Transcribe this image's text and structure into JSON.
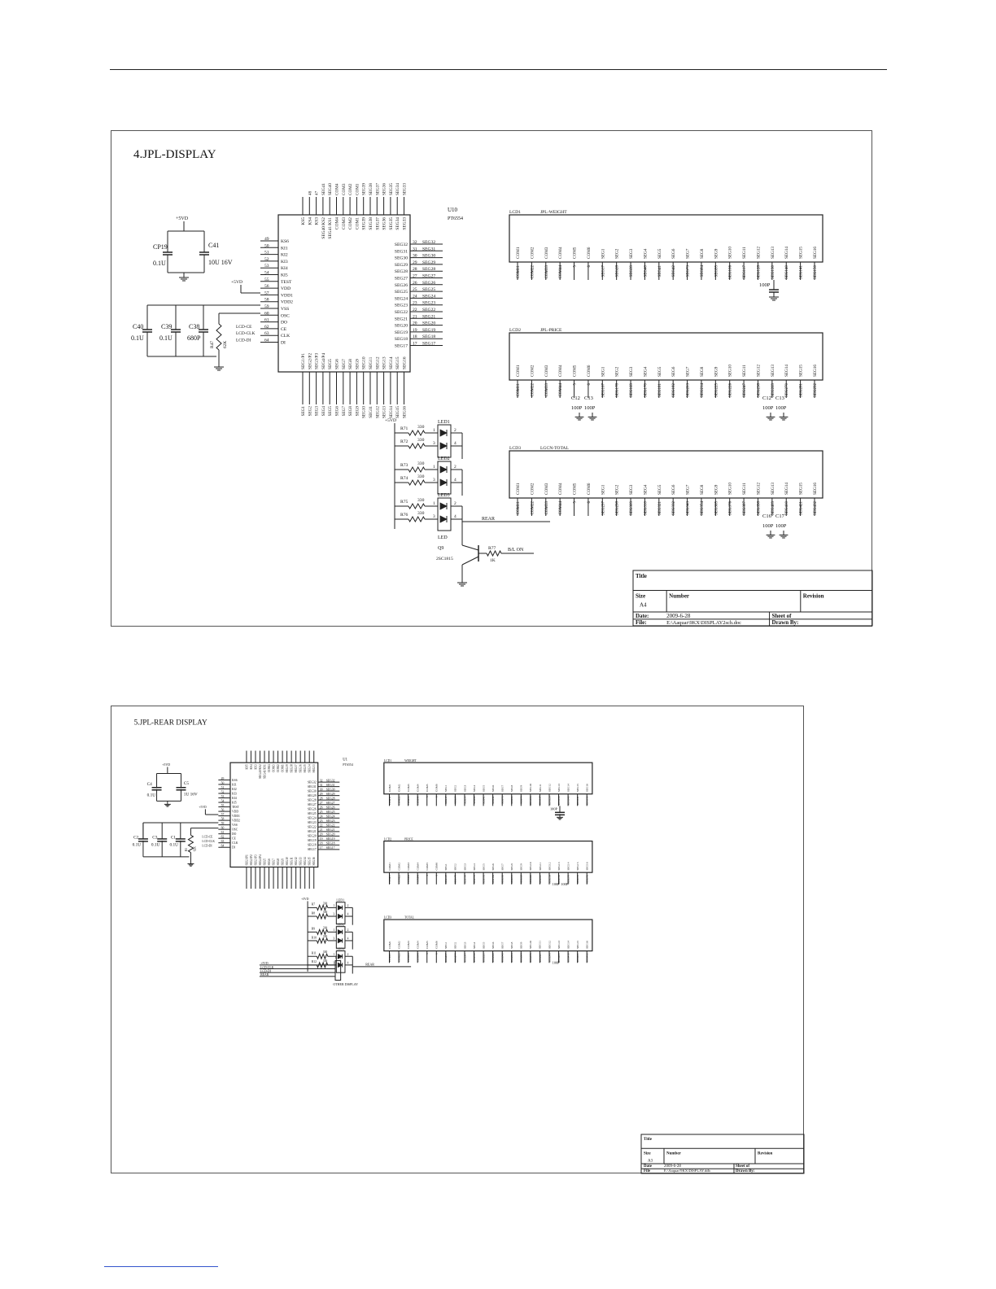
{
  "schematic1": {
    "title": "4.JPL-DISPLAY",
    "ic": {
      "ref": "U10",
      "part": "PT6554",
      "left_pins": [
        {
          "num": "49",
          "name": "KS6"
        },
        {
          "num": "50",
          "name": "KI1"
        },
        {
          "num": "51",
          "name": "KI2"
        },
        {
          "num": "52",
          "name": "KI3"
        },
        {
          "num": "53",
          "name": "KI4"
        },
        {
          "num": "54",
          "name": "KI5"
        },
        {
          "num": "55",
          "name": "TEST"
        },
        {
          "num": "56",
          "name": "VDD"
        },
        {
          "num": "57",
          "name": "VDD1"
        },
        {
          "num": "58",
          "name": "VDD2"
        },
        {
          "num": "59",
          "name": "VSS"
        },
        {
          "num": "60",
          "name": "OSC"
        },
        {
          "num": "61",
          "name": "DO"
        },
        {
          "num": "62",
          "name": "CE"
        },
        {
          "num": "63",
          "name": "CLK"
        },
        {
          "num": "64",
          "name": "DI"
        }
      ],
      "right_pins": [
        {
          "num": "32",
          "name": "SEG32",
          "net": "SEG32"
        },
        {
          "num": "31",
          "name": "SEG31",
          "net": "SEG31"
        },
        {
          "num": "30",
          "name": "SEG30",
          "net": "SEG30"
        },
        {
          "num": "29",
          "name": "SEG29",
          "net": "SEG29"
        },
        {
          "num": "28",
          "name": "SEG28",
          "net": "SEG28"
        },
        {
          "num": "27",
          "name": "SEG27",
          "net": "SEG27"
        },
        {
          "num": "26",
          "name": "SEG26",
          "net": "SEG26"
        },
        {
          "num": "25",
          "name": "SEG25",
          "net": "SEG25"
        },
        {
          "num": "24",
          "name": "SEG24",
          "net": "SEG24"
        },
        {
          "num": "23",
          "name": "SEG23",
          "net": "SEG23"
        },
        {
          "num": "22",
          "name": "SEG22",
          "net": "SEG22"
        },
        {
          "num": "21",
          "name": "SEG21",
          "net": "SEG21"
        },
        {
          "num": "20",
          "name": "SEG20",
          "net": "SEG20"
        },
        {
          "num": "19",
          "name": "SEG19",
          "net": "SEG19"
        },
        {
          "num": "18",
          "name": "SEG18",
          "net": "SEG18"
        },
        {
          "num": "17",
          "name": "SEG17",
          "net": "SEG17"
        }
      ],
      "top_pins": [
        "KS5",
        "KS4",
        "KS3",
        "SEG40/KS2",
        "SEG41/KS1",
        "COM4",
        "COM3",
        "COM2",
        "COM1",
        "SEG39",
        "SEG38",
        "SEG37",
        "SEG36",
        "SEG35",
        "SEG34",
        "SEG33"
      ],
      "top_nets": [
        "48",
        "47",
        "SEG41",
        "SEG40",
        "COM4",
        "COM3",
        "COM2",
        "COM1",
        "SEG39",
        "SEG38",
        "SEG37",
        "SEG36",
        "SEG35",
        "SEG34",
        "SEG33"
      ],
      "bottom_pins": [
        "SEG1/P1",
        "SEG2/P2",
        "SEG3/P3",
        "SEG4/P4",
        "SEG5",
        "SEG6",
        "SEG7",
        "SEG8",
        "SEG9",
        "SEG10",
        "SEG11",
        "SEG12",
        "SEG13",
        "SEG14",
        "SEG15",
        "SEG16"
      ],
      "bottom_nets": [
        "SEG1",
        "SEG2",
        "SEG3",
        "SEG4",
        "SEG5",
        "SEG6",
        "SEG7",
        "SEG8",
        "SEG9",
        "SEG10",
        "SEG11",
        "SEG12",
        "SEG13",
        "SEG14",
        "SEG15",
        "SEG16"
      ],
      "ctrl_nets": [
        "LCD-CE",
        "LCD-CLK",
        "LCD-DI"
      ]
    },
    "caps": [
      {
        "ref": "CP19",
        "value": "0.1U"
      },
      {
        "ref": "C41",
        "value": "10U 16V"
      },
      {
        "ref": "C40",
        "value": "0.1U"
      },
      {
        "ref": "C39",
        "value": "0.1U"
      },
      {
        "ref": "C38",
        "value": "680P"
      }
    ],
    "resistor_osc": {
      "ref": "R47",
      "value": "62K"
    },
    "vdd_label": "+5VD",
    "lcds": [
      {
        "ref": "LCD1",
        "name": "JPL-WEIGHT",
        "pins": [
          "COM1",
          "COM2",
          "COM3",
          "COM4",
          "COM5",
          "COM6",
          "SEG1",
          "SEG2",
          "SEG3",
          "SEG4",
          "SEG5",
          "SEG6",
          "SEG7",
          "SEG8",
          "SEG9",
          "SEG10",
          "SEG11",
          "SEG12",
          "SEG13",
          "SEG14",
          "SEG15",
          "SEG16"
        ],
        "nets": [
          "COM11",
          "COM22",
          "COM33",
          "COM44",
          "5",
          "6",
          "SEG17",
          "SEG28",
          "SEG39",
          "SEG40",
          "SEG41",
          "SEG42",
          "SEG73",
          "SEG84",
          "SEG95",
          "SEG106",
          "SEG117",
          "SEG128",
          "SEG130",
          "SEG140",
          "SEG141",
          "SEG150"
        ],
        "cap_label": "100P"
      },
      {
        "ref": "LCD2",
        "name": "JPL-PRICE",
        "pins": [
          "COM1",
          "COM2",
          "COM3",
          "COM4",
          "COM5",
          "COM6",
          "SEG1",
          "SEG2",
          "SEG3",
          "SEG4",
          "SEG5",
          "SEG6",
          "SEG7",
          "SEG8",
          "SEG9",
          "SEG10",
          "SEG11",
          "SEG12",
          "SEG13",
          "SEG14",
          "SEG15",
          "SEG16"
        ],
        "nets": [
          "COM11",
          "COM22",
          "COM33",
          "COM44",
          "5",
          "6",
          "SEG167",
          "SEG178",
          "SEG169",
          "SEG170",
          "SEG181",
          "SEG182",
          "SEG203",
          "SEG214",
          "SEG225",
          "SEG226",
          "SEG247",
          "SEG238",
          "SEG269",
          "SEG270",
          "SEG281",
          "SEG292"
        ],
        "cap_labels": [
          "C12",
          "C13",
          "100P",
          "100P",
          "C12",
          "C13",
          "100P",
          "100P"
        ]
      },
      {
        "ref": "LCD3",
        "name": "LGCN-TOTAL",
        "pins": [
          "COM1",
          "COM2",
          "COM3",
          "COM4",
          "COM5",
          "COM6",
          "SEG1",
          "SEG2",
          "SEG3",
          "SEG4",
          "SEG5",
          "SEG6",
          "SEG7",
          "SEG8",
          "SEG9",
          "SEG10",
          "SEG11",
          "SEG12",
          "SEG13",
          "SEG14",
          "SEG15",
          "SEG16"
        ],
        "nets": [
          "COM11",
          "COM22",
          "COM33",
          "COM44",
          "5",
          "6",
          "SEG297",
          "SEG298",
          "SEG309",
          "SEG310",
          "SEG321",
          "SEG332",
          "SEG343",
          "SEG354",
          "SEG365",
          "SEG376",
          "SEG387",
          "SEG398",
          "SEG409",
          "SEG410",
          "SEG421",
          "SEG432"
        ],
        "cap_labels": [
          "C16",
          "C17",
          "100P",
          "100P"
        ]
      }
    ],
    "leds": [
      {
        "ref": "LED1",
        "resistors": [
          {
            "ref": "R71",
            "value": "330"
          },
          {
            "ref": "R72",
            "value": "330"
          }
        ]
      },
      {
        "ref": "LED2",
        "resistors": [
          {
            "ref": "R73",
            "value": "330"
          },
          {
            "ref": "R74",
            "value": "330"
          }
        ]
      },
      {
        "ref": "LED3",
        "resistors": [
          {
            "ref": "R75",
            "value": "330"
          },
          {
            "ref": "R76",
            "value": "330"
          }
        ]
      }
    ],
    "led_bottom_label": "LED",
    "led_pin_numbers": [
      "1",
      "2",
      "3",
      "4"
    ],
    "rear_net": "REAR",
    "transistor": {
      "ref": "Q9",
      "part": "2SC1815"
    },
    "r77": {
      "ref": "R77",
      "value": "1K",
      "net": "B/L ON"
    },
    "titleblock": {
      "title": "Title",
      "size_label": "Size",
      "size": "A4",
      "number_label": "Number",
      "revision_label": "Revision",
      "date_label": "Date:",
      "date": "2009-6-28",
      "sheet_label": "Sheet of",
      "file_label": "File:",
      "file": "E:\\Aaquar\\9KX\\DISPLAY2sch.doc",
      "drawn_label": "Drawn By:"
    }
  },
  "schematic2": {
    "title": "5.JPL-REAR DISPLAY",
    "ic": {
      "ref": "U1",
      "part": "PT6554"
    },
    "caps": [
      {
        "ref": "C4",
        "value": "0.1U"
      },
      {
        "ref": "C5",
        "value": "1U 16V"
      },
      {
        "ref": "C2",
        "value": "0.1U"
      },
      {
        "ref": "C3",
        "value": "0.1U"
      },
      {
        "ref": "C1",
        "value": "0.1U"
      }
    ],
    "resistor_osc": {
      "ref": "R1",
      "value": "62K"
    },
    "vdd_label": "+5VD",
    "lcds": [
      {
        "ref": "LCD1",
        "name": "WEIGHT",
        "cap_label": "100P"
      },
      {
        "ref": "LCD2",
        "name": "PRICE",
        "cap_labels": [
          "100P",
          "100P"
        ]
      },
      {
        "ref": "LCD3",
        "name": "TOTAL",
        "cap_labels": [
          "100P"
        ]
      }
    ],
    "leds": [
      {
        "ref": "LED1",
        "resistors": [
          {
            "ref": "R7",
            "value": "330"
          },
          {
            "ref": "R8",
            "value": "330"
          }
        ]
      },
      {
        "ref": "LED2",
        "resistors": [
          {
            "ref": "R9",
            "value": "330"
          },
          {
            "ref": "R10",
            "value": "330"
          }
        ]
      },
      {
        "ref": "LED3",
        "resistors": [
          {
            "ref": "R11",
            "value": "330"
          },
          {
            "ref": "R12",
            "value": "330"
          }
        ]
      }
    ],
    "rear_net": "REAR",
    "connector": {
      "ref": "CN1",
      "label": "OTHER DISPLAY",
      "nets": [
        "+5VD",
        "LCD-CLK",
        "LCD-DI",
        "REAR"
      ]
    },
    "titleblock": {
      "title": "Title",
      "size_label": "Size",
      "size": "A3",
      "number_label": "Number",
      "revision_label": "Revision",
      "date_label": "Date",
      "date": "2009-6-28",
      "sheet_label": "Sheet of",
      "file_label": "File",
      "file": "E:\\Aaquar\\9KX\\DISPLAY.ddb",
      "drawn_label": "Drawn By:"
    }
  }
}
